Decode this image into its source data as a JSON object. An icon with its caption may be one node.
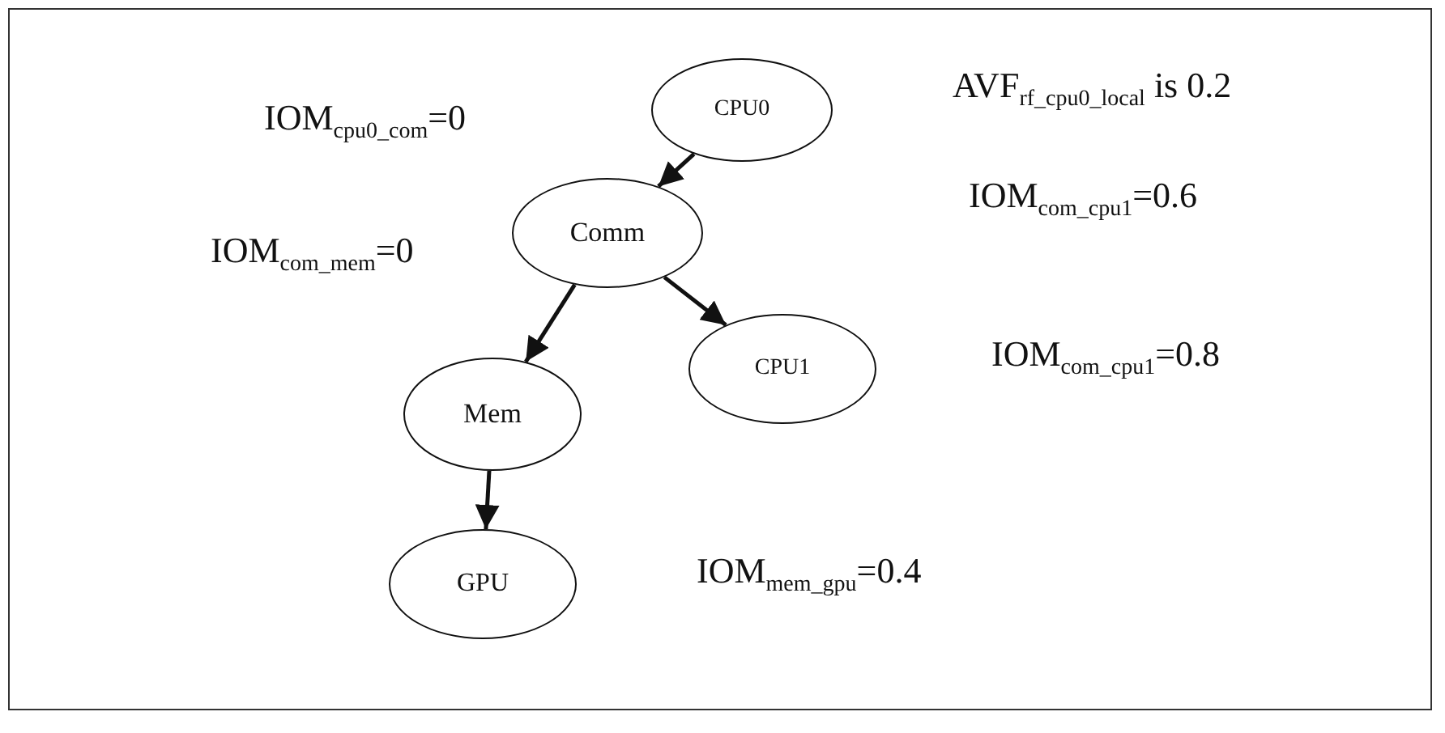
{
  "diagram": {
    "nodes": [
      {
        "text": [
          "CPU0"
        ]
      },
      {
        "text": [
          "Comm"
        ]
      },
      {
        "text": [
          "CPU1"
        ]
      },
      {
        "text": [
          "Mem"
        ]
      },
      {
        "text": [
          "GPU"
        ]
      }
    ],
    "edges": [
      {
        "from": 0,
        "to": 1,
        "arrow": "to"
      },
      {
        "from": 1,
        "to": 3,
        "arrow": "to"
      },
      {
        "from": 1,
        "to": 2,
        "arrow": "to"
      },
      {
        "from": 3,
        "to": 4,
        "arrow": "to"
      }
    ],
    "labels": [
      "AVF$_{rf_cpu0_local}$ is 0.2",
      "IOM$_{cpu0_com}$=0",
      "IOM$_{com_cpu1}$=0.6",
      "IOM$_{com_mem}$=0",
      "IOM$_{com_cpu1}$=0.8",
      "IOM$_{mem_gpu}$=0.4"
    ]
  }
}
